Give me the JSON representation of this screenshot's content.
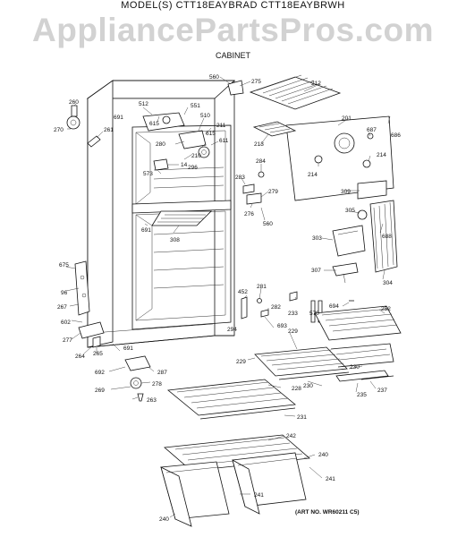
{
  "header": {
    "model_line": "MODEL(S) CTT18EAYBRAD  CTT18EAYBRWH"
  },
  "watermark": "AppliancePartsPros.com",
  "subtitle": "CABINET",
  "art_number": "(ART NO. WR60211 C5)",
  "callouts": [
    {
      "id": "560a",
      "text": "560"
    },
    {
      "id": "275",
      "text": "275"
    },
    {
      "id": "212",
      "text": "212"
    },
    {
      "id": "260",
      "text": "260"
    },
    {
      "id": "512",
      "text": "512"
    },
    {
      "id": "551",
      "text": "551"
    },
    {
      "id": "691a",
      "text": "691"
    },
    {
      "id": "615a",
      "text": "615"
    },
    {
      "id": "510",
      "text": "510"
    },
    {
      "id": "270",
      "text": "270"
    },
    {
      "id": "261",
      "text": "261"
    },
    {
      "id": "211",
      "text": "211"
    },
    {
      "id": "280",
      "text": "280"
    },
    {
      "id": "615b",
      "text": "615"
    },
    {
      "id": "611",
      "text": "611"
    },
    {
      "id": "201",
      "text": "201"
    },
    {
      "id": "687",
      "text": "687"
    },
    {
      "id": "686",
      "text": "686"
    },
    {
      "id": "213",
      "text": "213"
    },
    {
      "id": "210",
      "text": "210"
    },
    {
      "id": "14",
      "text": "14"
    },
    {
      "id": "296",
      "text": "296"
    },
    {
      "id": "573",
      "text": "573"
    },
    {
      "id": "284",
      "text": "284"
    },
    {
      "id": "214a",
      "text": "214"
    },
    {
      "id": "214b",
      "text": "214"
    },
    {
      "id": "283",
      "text": "283"
    },
    {
      "id": "279",
      "text": "279"
    },
    {
      "id": "309",
      "text": "309"
    },
    {
      "id": "276",
      "text": "276"
    },
    {
      "id": "560b",
      "text": "560"
    },
    {
      "id": "305",
      "text": "305"
    },
    {
      "id": "691b",
      "text": "691"
    },
    {
      "id": "308",
      "text": "308"
    },
    {
      "id": "303",
      "text": "303"
    },
    {
      "id": "688",
      "text": "688"
    },
    {
      "id": "307",
      "text": "307"
    },
    {
      "id": "304",
      "text": "304"
    },
    {
      "id": "675",
      "text": "675"
    },
    {
      "id": "96",
      "text": "96"
    },
    {
      "id": "267",
      "text": "267"
    },
    {
      "id": "452",
      "text": "452"
    },
    {
      "id": "281",
      "text": "281"
    },
    {
      "id": "282",
      "text": "282"
    },
    {
      "id": "233",
      "text": "233"
    },
    {
      "id": "570",
      "text": "570"
    },
    {
      "id": "694",
      "text": "694"
    },
    {
      "id": "252",
      "text": "252"
    },
    {
      "id": "602",
      "text": "602"
    },
    {
      "id": "693",
      "text": "693"
    },
    {
      "id": "294",
      "text": "294"
    },
    {
      "id": "229a",
      "text": "229"
    },
    {
      "id": "277",
      "text": "277"
    },
    {
      "id": "691c",
      "text": "691"
    },
    {
      "id": "264",
      "text": "264"
    },
    {
      "id": "265",
      "text": "265"
    },
    {
      "id": "229b",
      "text": "229"
    },
    {
      "id": "230a",
      "text": "230"
    },
    {
      "id": "287",
      "text": "287"
    },
    {
      "id": "692",
      "text": "692"
    },
    {
      "id": "278",
      "text": "278"
    },
    {
      "id": "228",
      "text": "228"
    },
    {
      "id": "230b",
      "text": "230"
    },
    {
      "id": "235",
      "text": "235"
    },
    {
      "id": "237",
      "text": "237"
    },
    {
      "id": "269",
      "text": "269"
    },
    {
      "id": "263",
      "text": "263"
    },
    {
      "id": "231",
      "text": "231"
    },
    {
      "id": "242",
      "text": "242"
    },
    {
      "id": "240a",
      "text": "240"
    },
    {
      "id": "241a",
      "text": "241"
    },
    {
      "id": "241b",
      "text": "241"
    },
    {
      "id": "240b",
      "text": "240"
    }
  ]
}
